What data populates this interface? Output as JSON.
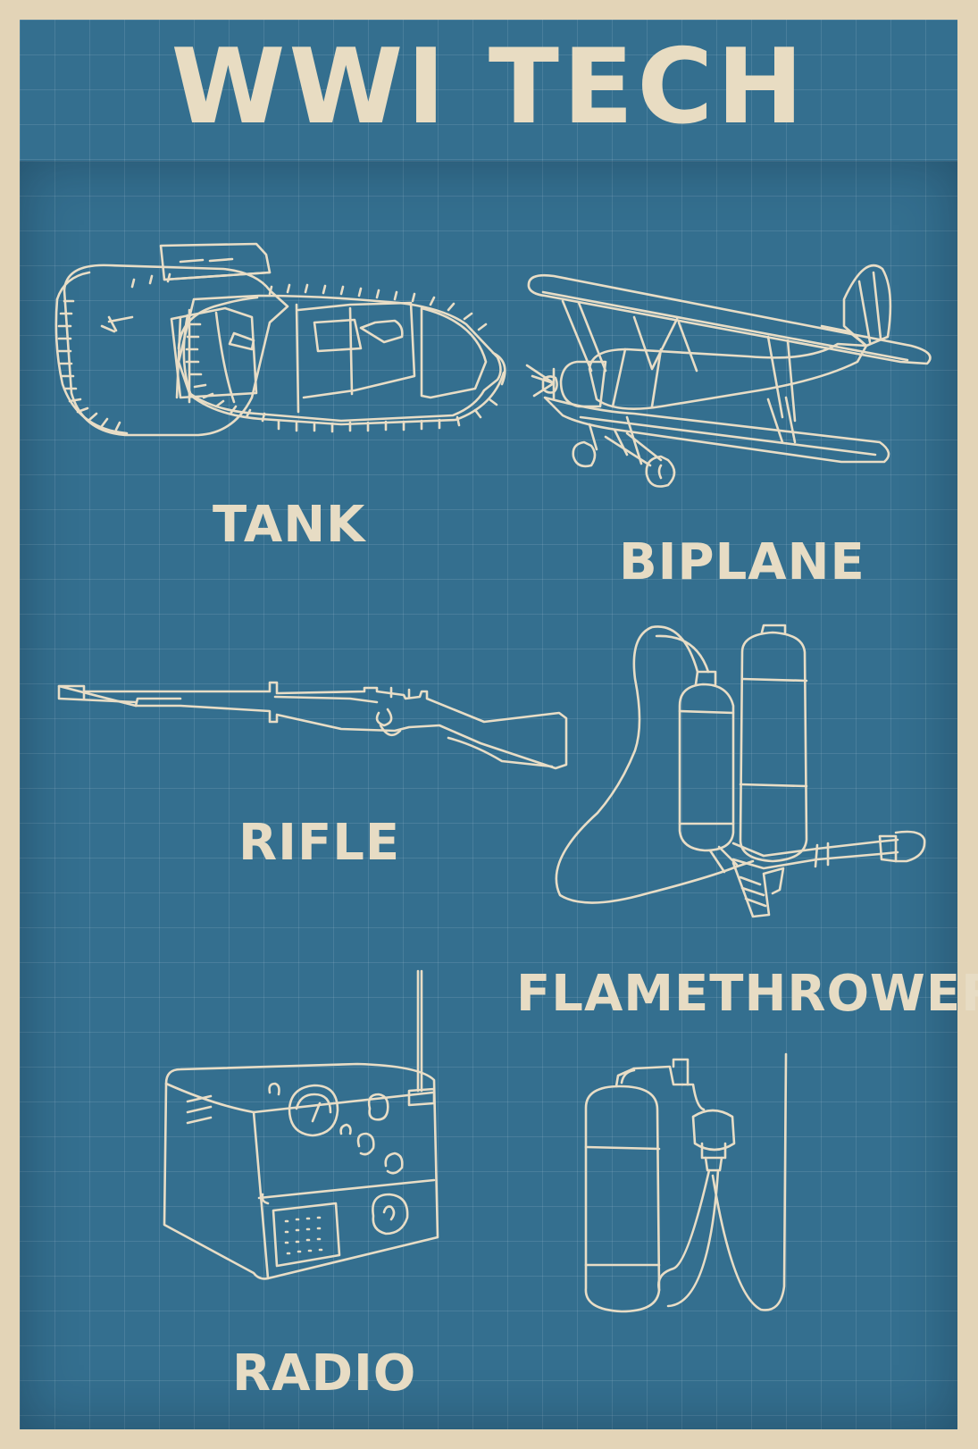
{
  "title": "WWI TECH",
  "items": [
    {
      "label": "TANK",
      "icon": "tank-icon"
    },
    {
      "label": "BIPLANE",
      "icon": "biplane-icon"
    },
    {
      "label": "RIFLE",
      "icon": "rifle-icon"
    },
    {
      "label": "FLAMETHROWER",
      "icon": "flamethrower-icon"
    },
    {
      "label": "RADIO",
      "icon": "radio-icon"
    }
  ],
  "colors": {
    "blueprint_background": "#346f8f",
    "paper_border": "#e3d4b7",
    "line_art": "#e8ddc6",
    "text": "#e7dcc4"
  }
}
